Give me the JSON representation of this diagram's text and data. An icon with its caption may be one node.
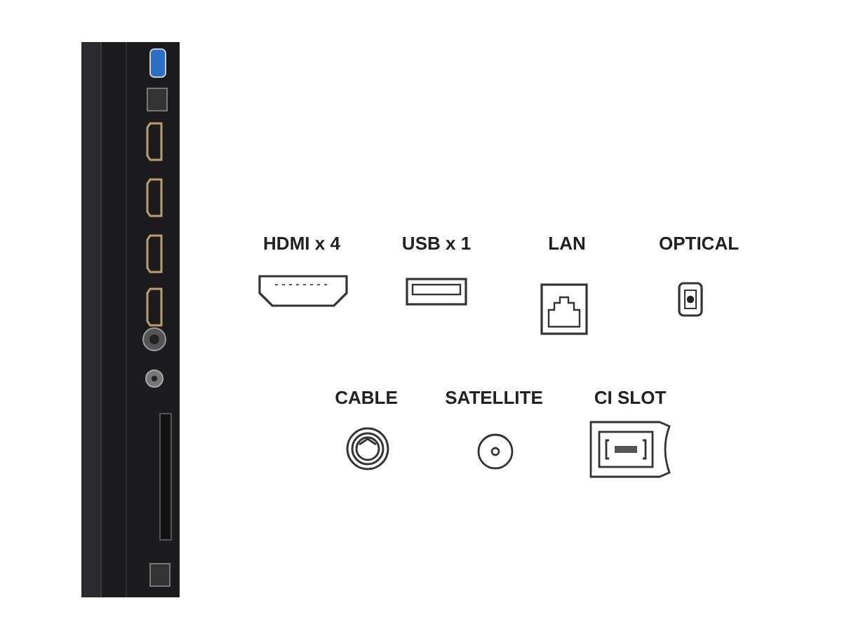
{
  "diagram": {
    "labels": [
      "HDMI x 4",
      "USB x 1",
      "LAN",
      "OPTICAL",
      "CABLE",
      "SATELLITE",
      "CI SLOT"
    ]
  }
}
